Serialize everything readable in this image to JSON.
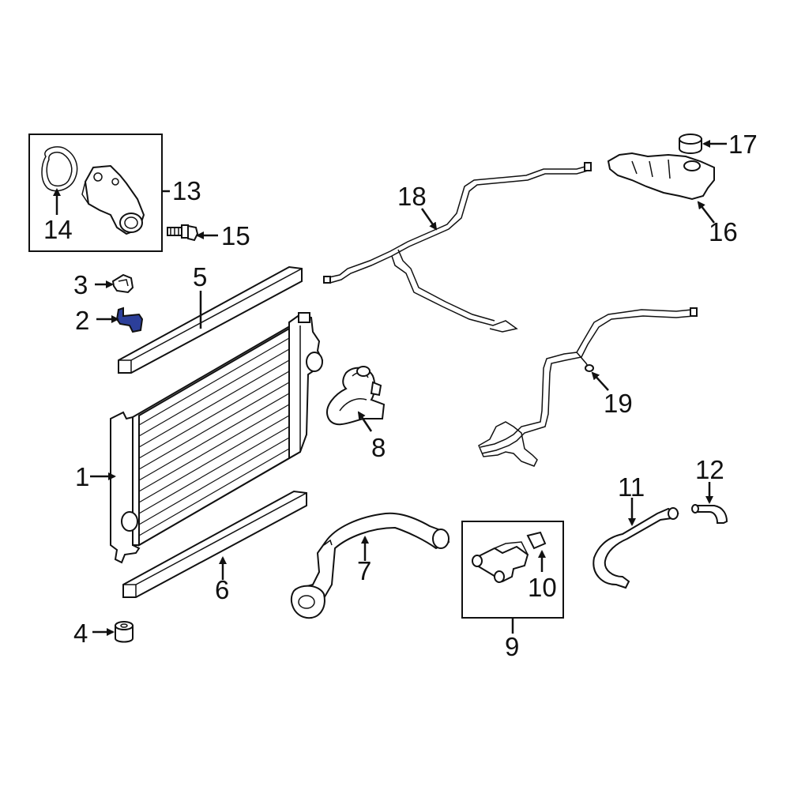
{
  "diagram": {
    "colors": {
      "line": "#111111",
      "highlight": "#2c3f9a",
      "background": "#ffffff"
    },
    "callouts": [
      {
        "id": "1",
        "text": "1"
      },
      {
        "id": "2",
        "text": "2"
      },
      {
        "id": "3",
        "text": "3"
      },
      {
        "id": "4",
        "text": "4"
      },
      {
        "id": "5",
        "text": "5"
      },
      {
        "id": "6",
        "text": "6"
      },
      {
        "id": "7",
        "text": "7"
      },
      {
        "id": "8",
        "text": "8"
      },
      {
        "id": "9",
        "text": "9"
      },
      {
        "id": "10",
        "text": "10"
      },
      {
        "id": "11",
        "text": "11"
      },
      {
        "id": "12",
        "text": "12"
      },
      {
        "id": "13",
        "text": "13"
      },
      {
        "id": "14",
        "text": "14"
      },
      {
        "id": "15",
        "text": "15"
      },
      {
        "id": "16",
        "text": "16"
      },
      {
        "id": "17",
        "text": "17"
      },
      {
        "id": "18",
        "text": "18"
      },
      {
        "id": "19",
        "text": "19"
      }
    ],
    "highlighted_part": "2"
  }
}
